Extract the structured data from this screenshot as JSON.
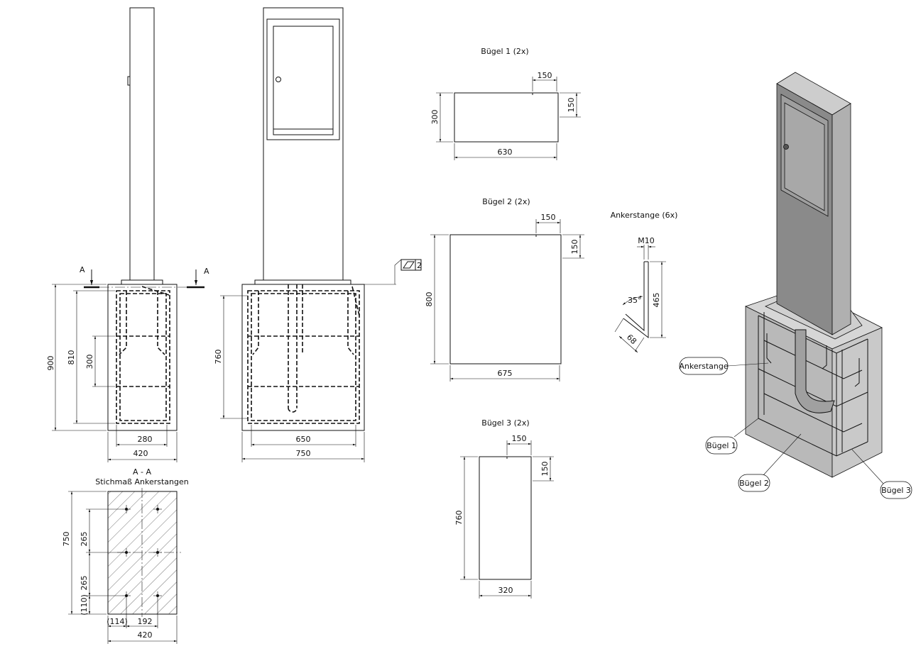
{
  "views": {
    "sidePillar": {
      "dims": [
        "900",
        "810",
        "300",
        "280",
        "420"
      ],
      "section_marker": "A"
    },
    "frontPillar": {
      "dims": [
        "760",
        "650",
        "750"
      ],
      "flatness_symbol_value": "2"
    },
    "section": {
      "title": "A - A",
      "subtitle": "Stichmaß Ankerstangen",
      "dims": [
        "750",
        "265",
        "265",
        "(110)",
        "(114)",
        "192",
        "420"
      ]
    }
  },
  "parts": {
    "buegel1": {
      "title": "Bügel 1 (2x)",
      "dims": [
        "150",
        "150",
        "300",
        "630"
      ]
    },
    "buegel2": {
      "title": "Bügel 2 (2x)",
      "dims": [
        "150",
        "150",
        "800",
        "675"
      ]
    },
    "buegel3": {
      "title": "Bügel 3 (2x)",
      "dims": [
        "150",
        "150",
        "760",
        "320"
      ]
    },
    "ankerstange": {
      "title": "Ankerstange (6x)",
      "thread": "M10",
      "angle": "35°",
      "dims": [
        "465",
        "68"
      ]
    }
  },
  "iso": {
    "callouts": [
      "Ankerstange",
      "Bügel 1",
      "Bügel 2",
      "Bügel 3"
    ]
  },
  "colors": {
    "line": "#111111",
    "iso_dark": "#8a8a8a",
    "iso_mid": "#b9b9b9",
    "iso_light": "#d6d6d6"
  }
}
